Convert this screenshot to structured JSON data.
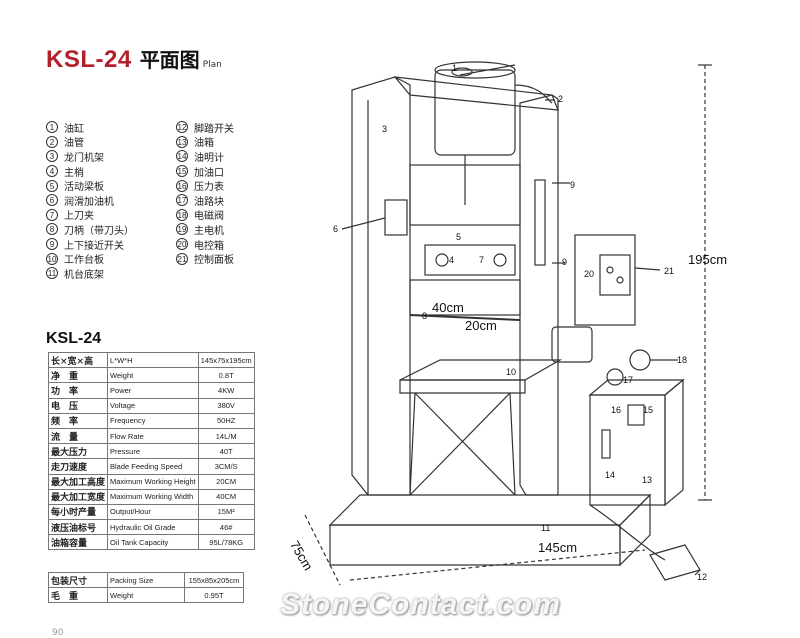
{
  "title": {
    "code": "KSL-24",
    "cn": "平面图",
    "en": "Plan"
  },
  "parts": [
    {
      "num": "1",
      "label": "油缸"
    },
    {
      "num": "2",
      "label": "油管"
    },
    {
      "num": "3",
      "label": "龙门机架"
    },
    {
      "num": "4",
      "label": "主梢"
    },
    {
      "num": "5",
      "label": "活动梁板"
    },
    {
      "num": "6",
      "label": "润滑加油机"
    },
    {
      "num": "7",
      "label": "上刀夹"
    },
    {
      "num": "8",
      "label": "刀柄（带刀头）"
    },
    {
      "num": "9",
      "label": "上下接近开关"
    },
    {
      "num": "10",
      "label": "工作台板"
    },
    {
      "num": "11",
      "label": "机台底架"
    },
    {
      "num": "12",
      "label": "脚踏开关"
    },
    {
      "num": "13",
      "label": "油箱"
    },
    {
      "num": "14",
      "label": "油明计"
    },
    {
      "num": "15",
      "label": "加油口"
    },
    {
      "num": "16",
      "label": "压力表"
    },
    {
      "num": "17",
      "label": "油路块"
    },
    {
      "num": "18",
      "label": "电磁阀"
    },
    {
      "num": "19",
      "label": "主电机"
    },
    {
      "num": "20",
      "label": "电控箱"
    },
    {
      "num": "21",
      "label": "控制面板"
    }
  ],
  "spec_title": "KSL-24",
  "specs": [
    {
      "cn": "长×宽×高",
      "en": "L*W*H",
      "value": "145x75x195cm"
    },
    {
      "cn": "净　重",
      "en": "Weight",
      "value": "0.8T"
    },
    {
      "cn": "功　率",
      "en": "Power",
      "value": "4KW"
    },
    {
      "cn": "电　压",
      "en": "Voltage",
      "value": "380V"
    },
    {
      "cn": "频　率",
      "en": "Frequency",
      "value": "50HZ"
    },
    {
      "cn": "流　量",
      "en": "Flow Rate",
      "value": "14L/M"
    },
    {
      "cn": "最大压力",
      "en": "Pressure",
      "value": "40T"
    },
    {
      "cn": "走刀速度",
      "en": "Blade Feeding Speed",
      "value": "3CM/S"
    },
    {
      "cn": "最大加工高度",
      "en": "Maximum Working Height",
      "value": "20CM"
    },
    {
      "cn": "最大加工宽度",
      "en": "Maximum Working Width",
      "value": "40CM"
    },
    {
      "cn": "每小时产量",
      "en": "Output/Hour",
      "value": "15M²"
    },
    {
      "cn": "液压油标号",
      "en": "Hydraulic Oil Grade",
      "value": "46#"
    },
    {
      "cn": "油箱容量",
      "en": "Oil Tank Capacity",
      "value": "95L/78KG"
    }
  ],
  "packing": [
    {
      "cn": "包装尺寸",
      "en": "Packing Size",
      "value": "155x85x205cm"
    },
    {
      "cn": "毛　重",
      "en": "Weight",
      "value": "0.95T"
    }
  ],
  "dimensions": {
    "height": "195cm",
    "length": "145cm",
    "depth": "75cm",
    "width": "40cm",
    "work_height": "20cm"
  },
  "callouts": [
    "1",
    "2",
    "3",
    "4",
    "5",
    "6",
    "7",
    "8",
    "9",
    "9",
    "10",
    "11",
    "12",
    "13",
    "14",
    "15",
    "16",
    "17",
    "18",
    "20",
    "21"
  ],
  "watermark": "StoneContact.com",
  "page_number": "90",
  "colors": {
    "title_red": "#b2202a",
    "line": "#333333"
  }
}
